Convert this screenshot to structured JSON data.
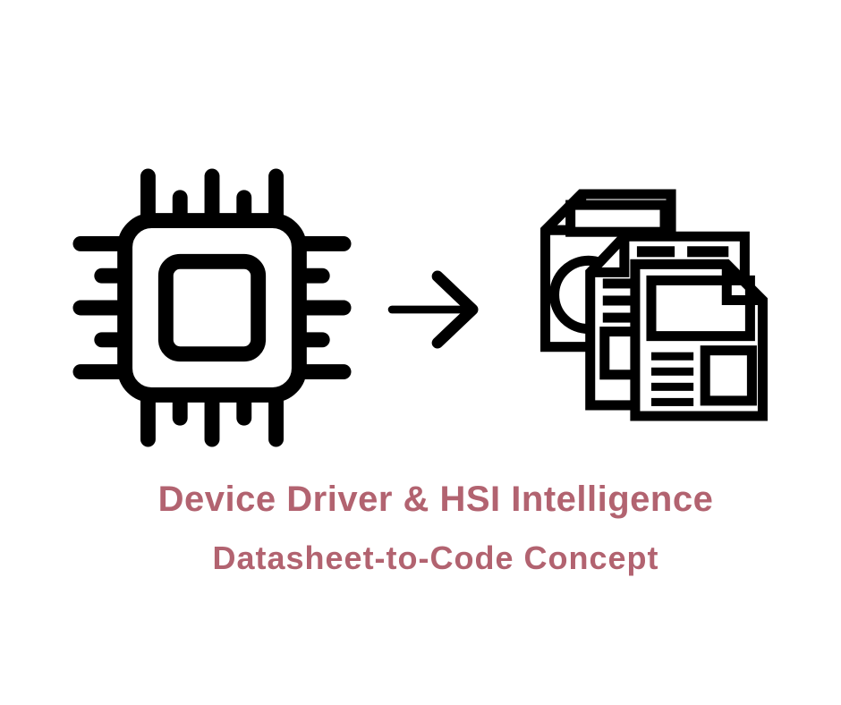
{
  "colors": {
    "background": "#ffffff",
    "icon": "#000000",
    "caption": "#b26370"
  },
  "graphic": {
    "chip_icon": "microchip",
    "arrow_icon": "arrow-right",
    "documents_icon": "datasheet-document-stack"
  },
  "caption": {
    "title": "Device Driver & HSI Intelligence",
    "subtitle": "Datasheet-to-Code Concept"
  }
}
